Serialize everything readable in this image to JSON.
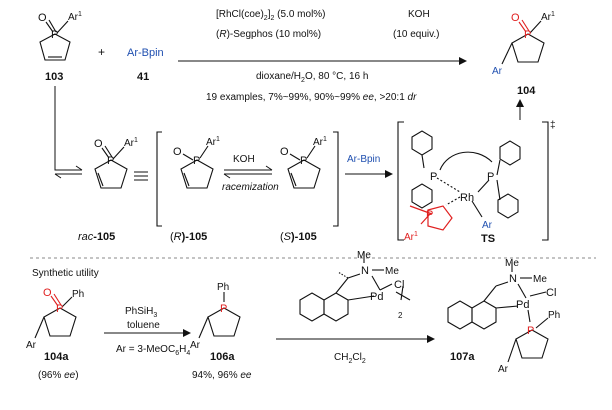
{
  "scheme": {
    "reactant_label": "103",
    "reagent": "Ar-Bpin",
    "reagent_label": "41",
    "plus": "+",
    "cond_cat": "[RhCl(coe)",
    "cond_cat_sub1": "2",
    "cond_cat_mid": "]",
    "cond_cat_sub2": "2",
    "cond_cat_load": " (5.0 mol%)",
    "cond_ligand_R": "R",
    "cond_ligand": ")-Segphos (10 mol%)",
    "cond_base": "KOH",
    "cond_base_equiv": "(10 equiv.)",
    "cond_solvent_a": "dioxane/H",
    "cond_solvent_sub": "2",
    "cond_solvent_b": "O, 80 °C, 16 h",
    "cond_scope": "19 examples, 7%~99%, 90%~99% ",
    "cond_ee": "ee",
    "cond_dr_sep": ", >20:1 ",
    "cond_dr": "dr",
    "product_label": "104",
    "ar1": "Ar",
    "ar1_sup": "1",
    "ar": "Ar",
    "atom_P": "P",
    "atom_O": "O"
  },
  "racemization": {
    "rac_prefix": "rac",
    "rac_label": "-105",
    "R_prefix": "(",
    "R_letter": "R",
    "R_label": ")-105",
    "S_prefix": "(",
    "S_letter": "S",
    "S_label": ")-105",
    "base": "KOH",
    "process": "racemization",
    "reagent": "Ar-Bpin"
  },
  "ts": {
    "label": "TS",
    "dagger": "‡",
    "rh": "Rh",
    "p": "P",
    "ar": "Ar",
    "ar1": "Ar",
    "ar1_sup": "1"
  },
  "utility": {
    "heading": "Synthetic utility",
    "c104a_label": "104a",
    "c104a_ee_a": "(96% ",
    "c104a_ee_b": "ee",
    "c104a_ee_c": ")",
    "ph": "Ph",
    "reduce_reagent_a": "PhSiH",
    "reduce_reagent_sub": "3",
    "reduce_solvent": "toluene",
    "ar_def_a": "Ar = 3-MeOC",
    "ar_def_sub1": "6",
    "ar_def_b": "H",
    "ar_def_sub2": "4",
    "c106a_label": "106a",
    "c106a_yield_a": "94%, 96% ",
    "c106a_yield_b": "ee",
    "pd_solvent_a": "CH",
    "pd_solvent_sub1": "2",
    "pd_solvent_b": "Cl",
    "pd_solvent_sub2": "2",
    "dimer_sub": "2",
    "me": "Me",
    "n": "N",
    "pd": "Pd",
    "cl": "Cl",
    "c107a_label": "107a"
  },
  "colors": {
    "red": "#e02020",
    "blue": "#2050b0",
    "ink": "#111111",
    "dash": "#888888"
  }
}
